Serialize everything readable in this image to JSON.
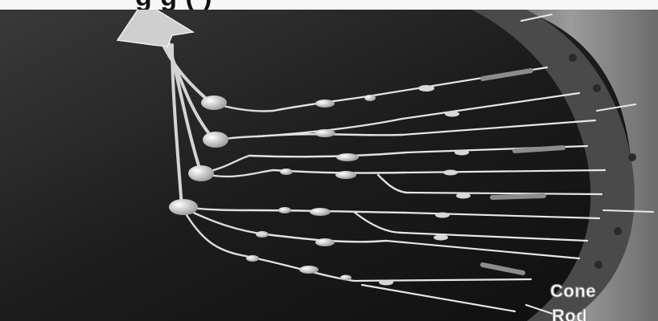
{
  "image": {
    "title_partial": "g                          g    ( )",
    "labels": {
      "cone": "Cone",
      "rod": "Rod"
    },
    "colors": {
      "background": "#1a1a1a",
      "retina_band": "#8a8a8a",
      "fibers": "#e8e8e8",
      "arrow": "#cfcfcf",
      "title_strip": "#f7f7f7"
    },
    "icons": {
      "arrow": "upward-arrow-icon"
    }
  }
}
